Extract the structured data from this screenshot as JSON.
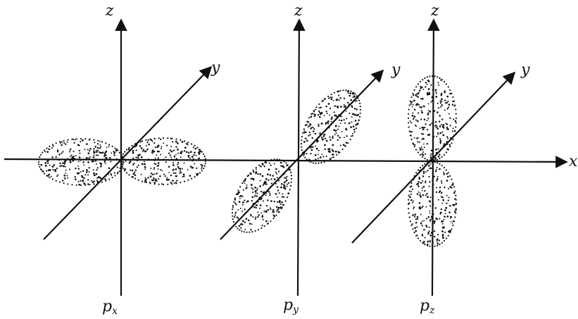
{
  "diagram": {
    "orbitals": [
      {
        "id": "px",
        "label": {
          "main": "p",
          "sub": "x"
        },
        "axis_labels": {
          "z": "z",
          "y": "y"
        }
      },
      {
        "id": "py",
        "label": {
          "main": "p",
          "sub": "y"
        },
        "axis_labels": {
          "z": "z",
          "y": "y"
        }
      },
      {
        "id": "pz",
        "label": {
          "main": "p",
          "sub": "z"
        },
        "axis_labels": {
          "z": "z",
          "y": "y"
        }
      }
    ],
    "x_axis_label": "x",
    "colors": {
      "ink": "#111111",
      "background": "#ffffff"
    }
  }
}
